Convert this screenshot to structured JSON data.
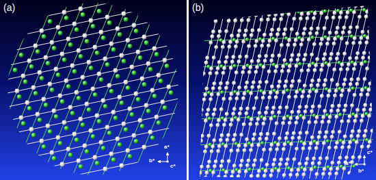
{
  "diagram": {
    "labels": [
      "(a)",
      "(b)",
      "a*",
      "b*",
      "c*",
      "c*",
      "a*",
      "b*"
    ]
  }
}
